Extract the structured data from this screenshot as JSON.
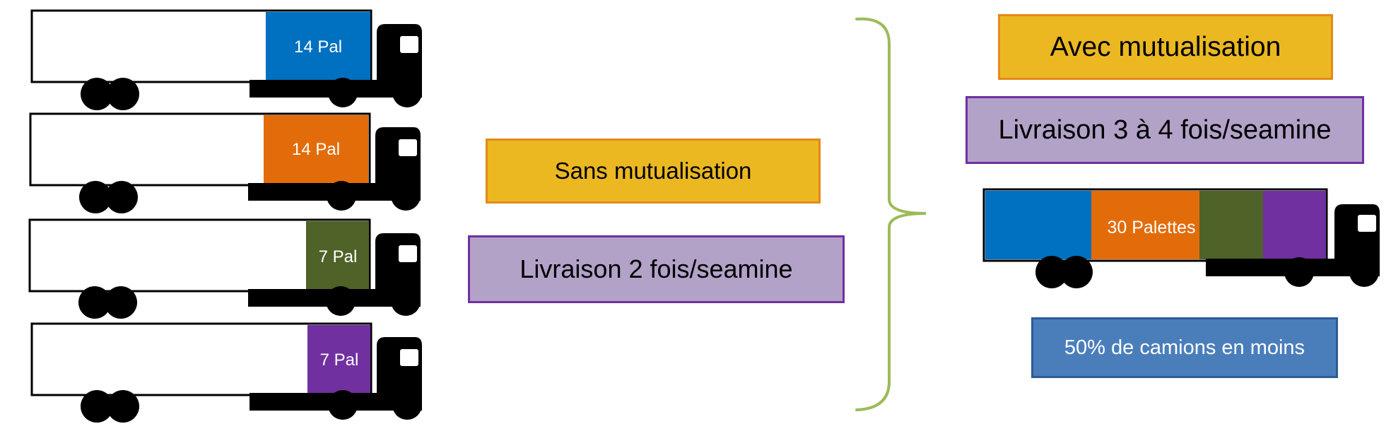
{
  "trucks": [
    {
      "cargo_label": "14 Pal",
      "cargo_color": "#0070c0"
    },
    {
      "cargo_label": "14 Pal",
      "cargo_color": "#e36c0a"
    },
    {
      "cargo_label": "7 Pal",
      "cargo_color": "#4f6228"
    },
    {
      "cargo_label": "7 Pal",
      "cargo_color": "#7030a0"
    }
  ],
  "combined_truck": {
    "label": "30 Palettes",
    "segment_colors": [
      "#0070c0",
      "#e36c0a",
      "#4f6228",
      "#7030a0"
    ]
  },
  "left_boxes": {
    "without": "Sans mutualisation",
    "frequency": "Livraison 2 fois/seamine"
  },
  "right_boxes": {
    "with": "Avec mutualisation",
    "frequency": "Livraison 3 à 4 fois/seamine",
    "result": "50% de camions en moins"
  },
  "colors": {
    "brace": "#9bbb59",
    "box_orange_fill": "#ebb822",
    "box_purple_fill": "#b2a2c8",
    "box_blue_fill": "#4a7ebb"
  }
}
